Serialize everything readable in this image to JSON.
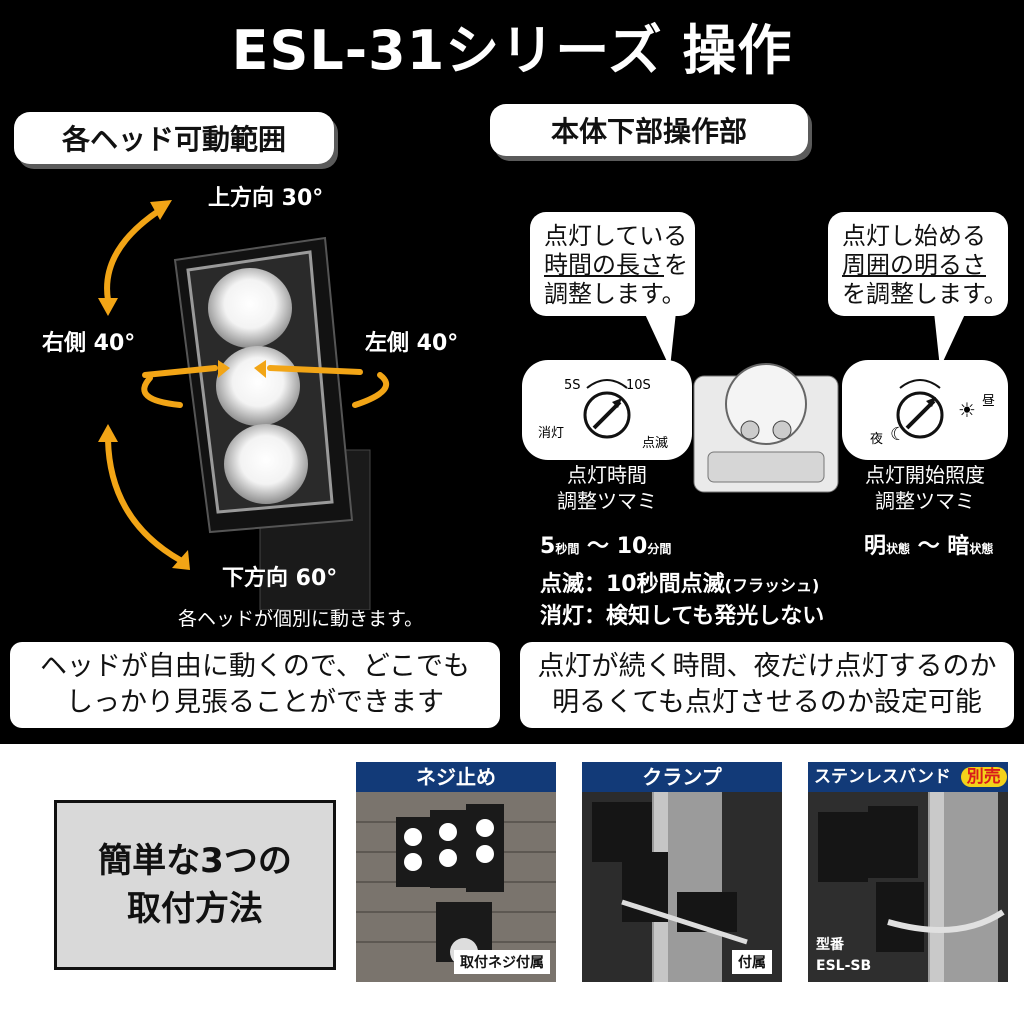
{
  "title": "ESL-31シリーズ 操作",
  "left_section": {
    "heading": "各ヘッド可動範囲",
    "up": "上方向 30°",
    "right": "右側 40°",
    "left": "左側 40°",
    "down": "下方向 60°",
    "note": "各ヘッドが個別に動きます。",
    "box_line1": "ヘッドが自由に動くので、どこでも",
    "box_line2": "しっかり見張ることができます"
  },
  "right_section": {
    "heading": "本体下部操作部",
    "bubble_left": {
      "line1": "点灯している",
      "line2_u": "時間の長さ",
      "line2_rest": "を",
      "line3": "調整します。"
    },
    "bubble_right": {
      "line1": "点灯し始める",
      "line2_u": "周囲の明るさ",
      "line3": "を調整します。"
    },
    "knob_left_labels": {
      "s5": "5S",
      "s10": "10S",
      "off": "消灯",
      "blink": "点滅"
    },
    "knob_right_labels": {
      "day": "昼",
      "night": "夜"
    },
    "knob_left_caption1": "点灯時間",
    "knob_left_caption2": "調整ツマミ",
    "knob_right_caption1": "点灯開始照度",
    "knob_right_caption2": "調整ツマミ",
    "range_left": {
      "a": "5",
      "a_unit": "秒間",
      "tilde": "〜",
      "b": "10",
      "b_unit": "分間"
    },
    "range_right": {
      "a": "明",
      "a_unit": "状態",
      "tilde": "〜",
      "b": "暗",
      "b_unit": "状態"
    },
    "blink_line": {
      "main": "点滅：10秒間点滅",
      "small": "(フラッシュ)"
    },
    "off_line": "消灯：検知しても発光しない",
    "box_line1": "点灯が続く時間、夜だけ点灯するのか",
    "box_line2": "明るくても点灯させるのか設定可能"
  },
  "mounting": {
    "box_line1": "簡単な3つの",
    "box_line2": "取付方法",
    "cards": [
      {
        "header": "ネジ止め",
        "tag": "取付ネジ付属"
      },
      {
        "header": "クランプ",
        "tag": "付属"
      },
      {
        "header": "ステンレスバンド",
        "badge": "別売",
        "tag1": "型番",
        "tag2": "ESL-SB"
      }
    ]
  },
  "colors": {
    "accent_arrow": "#f2a516",
    "card_header": "#123a78",
    "badge": "#d81b1b",
    "panel_gray": "#d9d9d9"
  }
}
